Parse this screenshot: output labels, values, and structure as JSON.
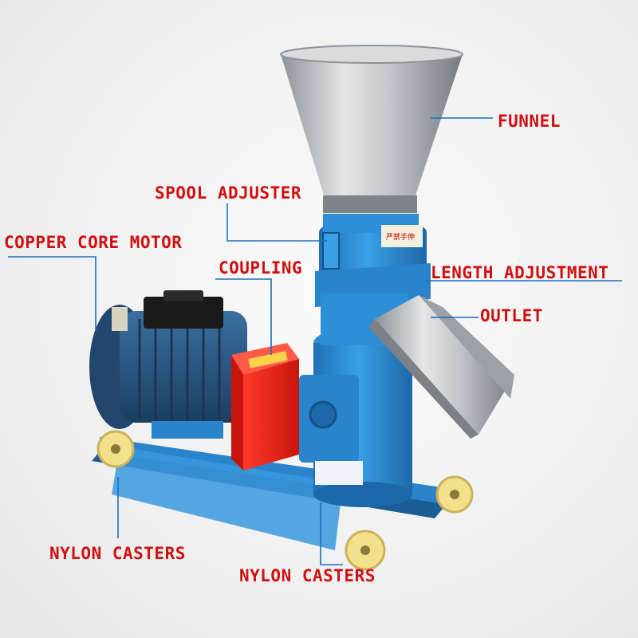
{
  "labels": {
    "funnel": "FUNNEL",
    "spool_adjuster": "SPOOL ADJUSTER",
    "copper_core_motor": "COPPER CORE MOTOR",
    "coupling": "COUPLING",
    "length_adjustment": "LENGTH ADJUSTMENT",
    "outlet": "OUTLET",
    "nylon_casters_left": "NYLON CASTERS",
    "nylon_casters_right": "NYLON CASTERS"
  },
  "colors": {
    "label_text": "#d01010",
    "leader_line": "#1a6fc0",
    "machine_body": "#2f8fd6",
    "motor": "#27557f",
    "coupling_guard": "#e8281e",
    "funnel_steel": "#b8bcc0",
    "casters": "#f3e08a"
  }
}
